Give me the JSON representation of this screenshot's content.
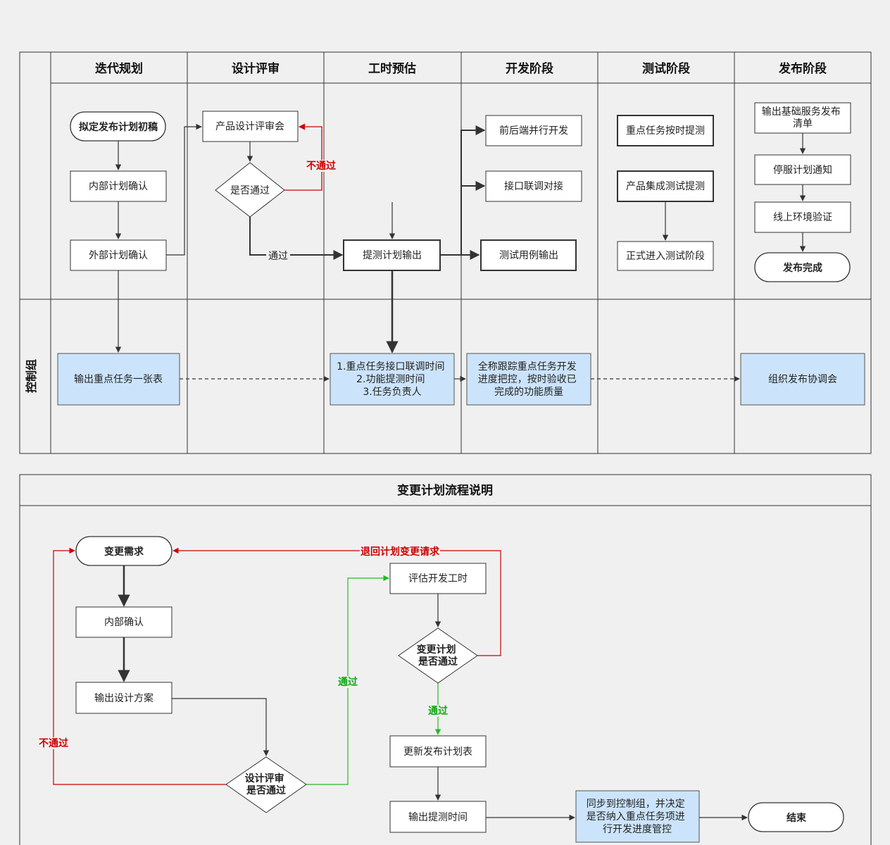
{
  "colors": {
    "background": "#f0f0f0",
    "line": "#333333",
    "highlight_fill": "#cce4fb",
    "reject": "#cc0000",
    "approve": "#22bb22",
    "approve_text": "#11a611"
  },
  "swimlane": {
    "columns": [
      {
        "label": "迭代规划"
      },
      {
        "label": "设计评审"
      },
      {
        "label": "工时预估"
      },
      {
        "label": "开发阶段"
      },
      {
        "label": "测试阶段"
      },
      {
        "label": "发布阶段"
      }
    ],
    "control_group_label": "控制组",
    "nodes": {
      "draft_plan": "拟定发布计划初稿",
      "internal_confirm": "内部计划确认",
      "external_confirm": "外部计划确认",
      "design_review": "产品设计评审会",
      "pass_decision": "是否通过",
      "test_plan_output": "提测计划输出",
      "parallel_dev": "前后端并行开发",
      "api_integration": "接口联调对接",
      "test_case_output": "测试用例输出",
      "key_task_test": "重点任务按时提测",
      "integration_test": "产品集成测试提测",
      "enter_test": "正式进入测试阶段",
      "release_list": [
        "输出基础服务发布",
        "清单"
      ],
      "outage_notice": "停服计划通知",
      "online_verify": "线上环境验证",
      "release_done": "发布完成",
      "key_task_table": "输出重点任务一张表",
      "time_list": [
        "1.重点任务接口联调时间",
        "2.功能提测时间",
        "3.任务负责人"
      ],
      "track_progress": [
        "全称跟踪重点任务开发",
        "进度把控，按时验收已",
        "完成的功能质量"
      ],
      "release_meeting": "组织发布协调会"
    },
    "edge_labels": {
      "reject": "不通过",
      "pass": "通过"
    }
  },
  "change_flow": {
    "title": "变更计划流程说明",
    "nodes": {
      "change_request": "变更需求",
      "internal_confirm": "内部确认",
      "design_plan": "输出设计方案",
      "design_review_decision": [
        "设计评审",
        "是否通过"
      ],
      "estimate_hours": "评估开发工时",
      "change_plan_decision": [
        "变更计划",
        "是否通过"
      ],
      "update_schedule": "更新发布计划表",
      "output_test_time": "输出提测时间",
      "sync_control": [
        "同步到控制组，并决定",
        "是否纳入重点任务项进",
        "行开发进度管控"
      ],
      "end": "结束"
    },
    "edge_labels": {
      "return_request": "退回计划变更请求",
      "reject": "不通过",
      "pass_green_1": "通过",
      "pass_green_2": "通过"
    }
  }
}
